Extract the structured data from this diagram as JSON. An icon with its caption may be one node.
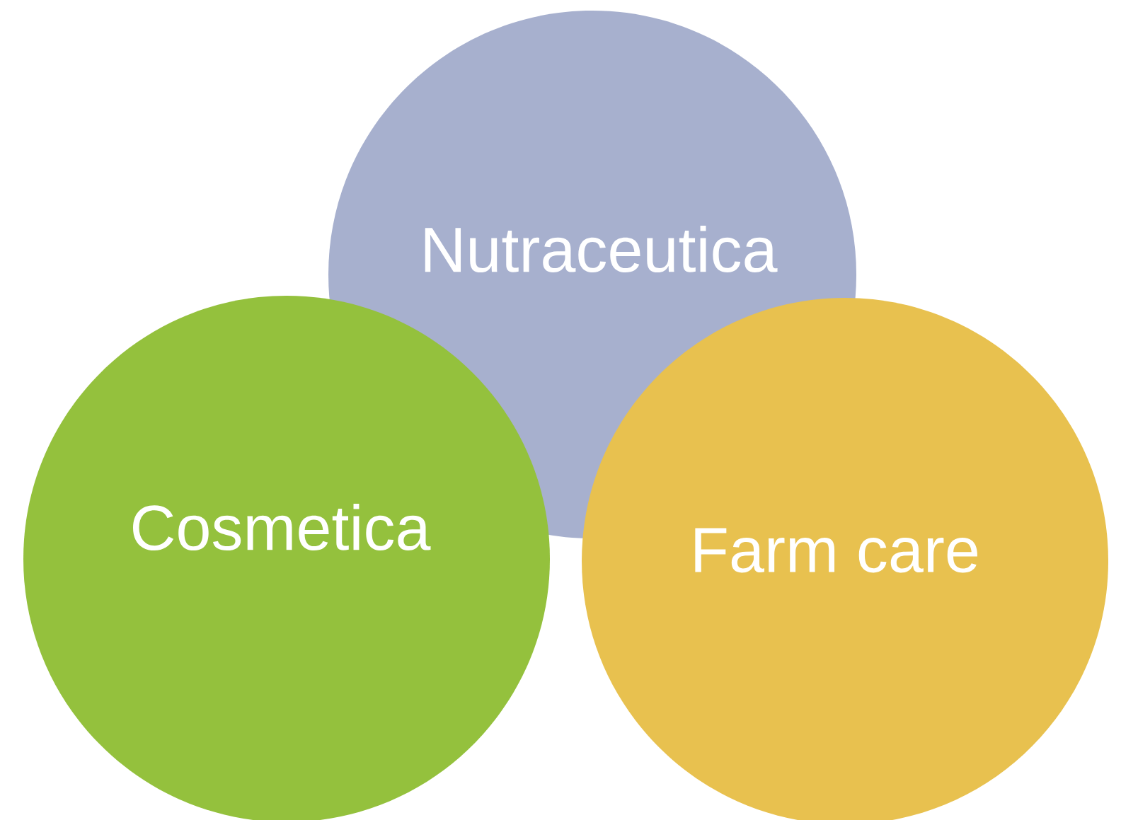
{
  "diagram": {
    "nodes": [
      {
        "text": [
          "Nutraceutica"
        ]
      },
      {
        "text": [
          "Cosmetica"
        ]
      },
      {
        "text": [
          "Farm care"
        ]
      }
    ]
  }
}
